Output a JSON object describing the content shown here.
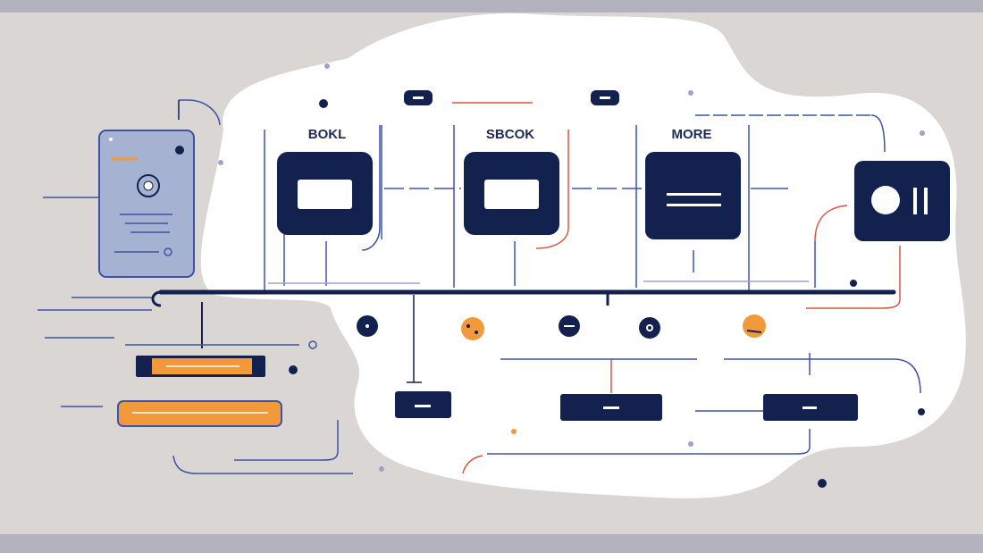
{
  "labels": {
    "col1": "BOKL",
    "col2": "SBCOK",
    "col3": "MORE"
  },
  "colors": {
    "background": "#d9d6d4",
    "band": "#b3b2be",
    "blob": "#ffffff",
    "navy": "#13214f",
    "blue_line": "#3d52a8",
    "red_line": "#d9573f",
    "orange": "#f29a3a",
    "phone_fill": "#a6b2d2"
  },
  "icons": {
    "col1_card": "window-icon",
    "col2_card": "window-icon",
    "col3_card": "menu-lines-icon",
    "col4_card": "record-pause-icon",
    "phone": "mobile-device-icon"
  }
}
